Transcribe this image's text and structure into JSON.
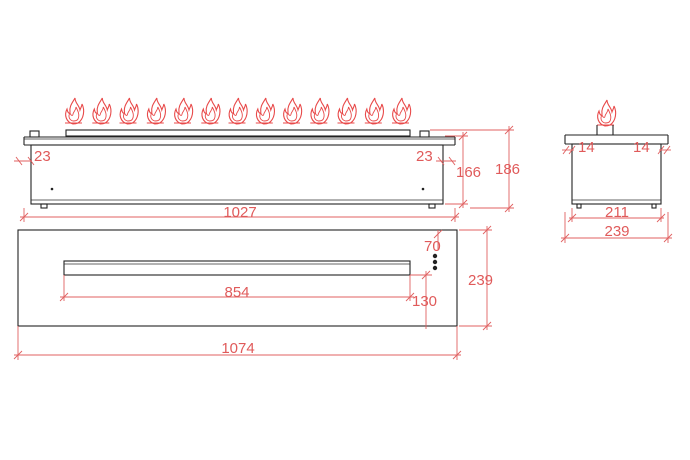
{
  "colors": {
    "line": "#222222",
    "dimension": "#e05a5a",
    "flame": "#e84a4a"
  },
  "front_view": {
    "overall_width_label": "1027",
    "left_inset_label": "23",
    "right_inset_label": "23",
    "inner_height_label": "166",
    "overall_height_label": "186",
    "flame_count": 13
  },
  "side_view": {
    "left_inset_label": "14",
    "right_inset_label": "14",
    "inner_width_label": "211",
    "overall_width_label": "239"
  },
  "top_view": {
    "slot_width_label": "854",
    "slot_offset_label": "130",
    "control_offset_label": "70",
    "depth_label": "239",
    "overall_width_label": "1074"
  }
}
